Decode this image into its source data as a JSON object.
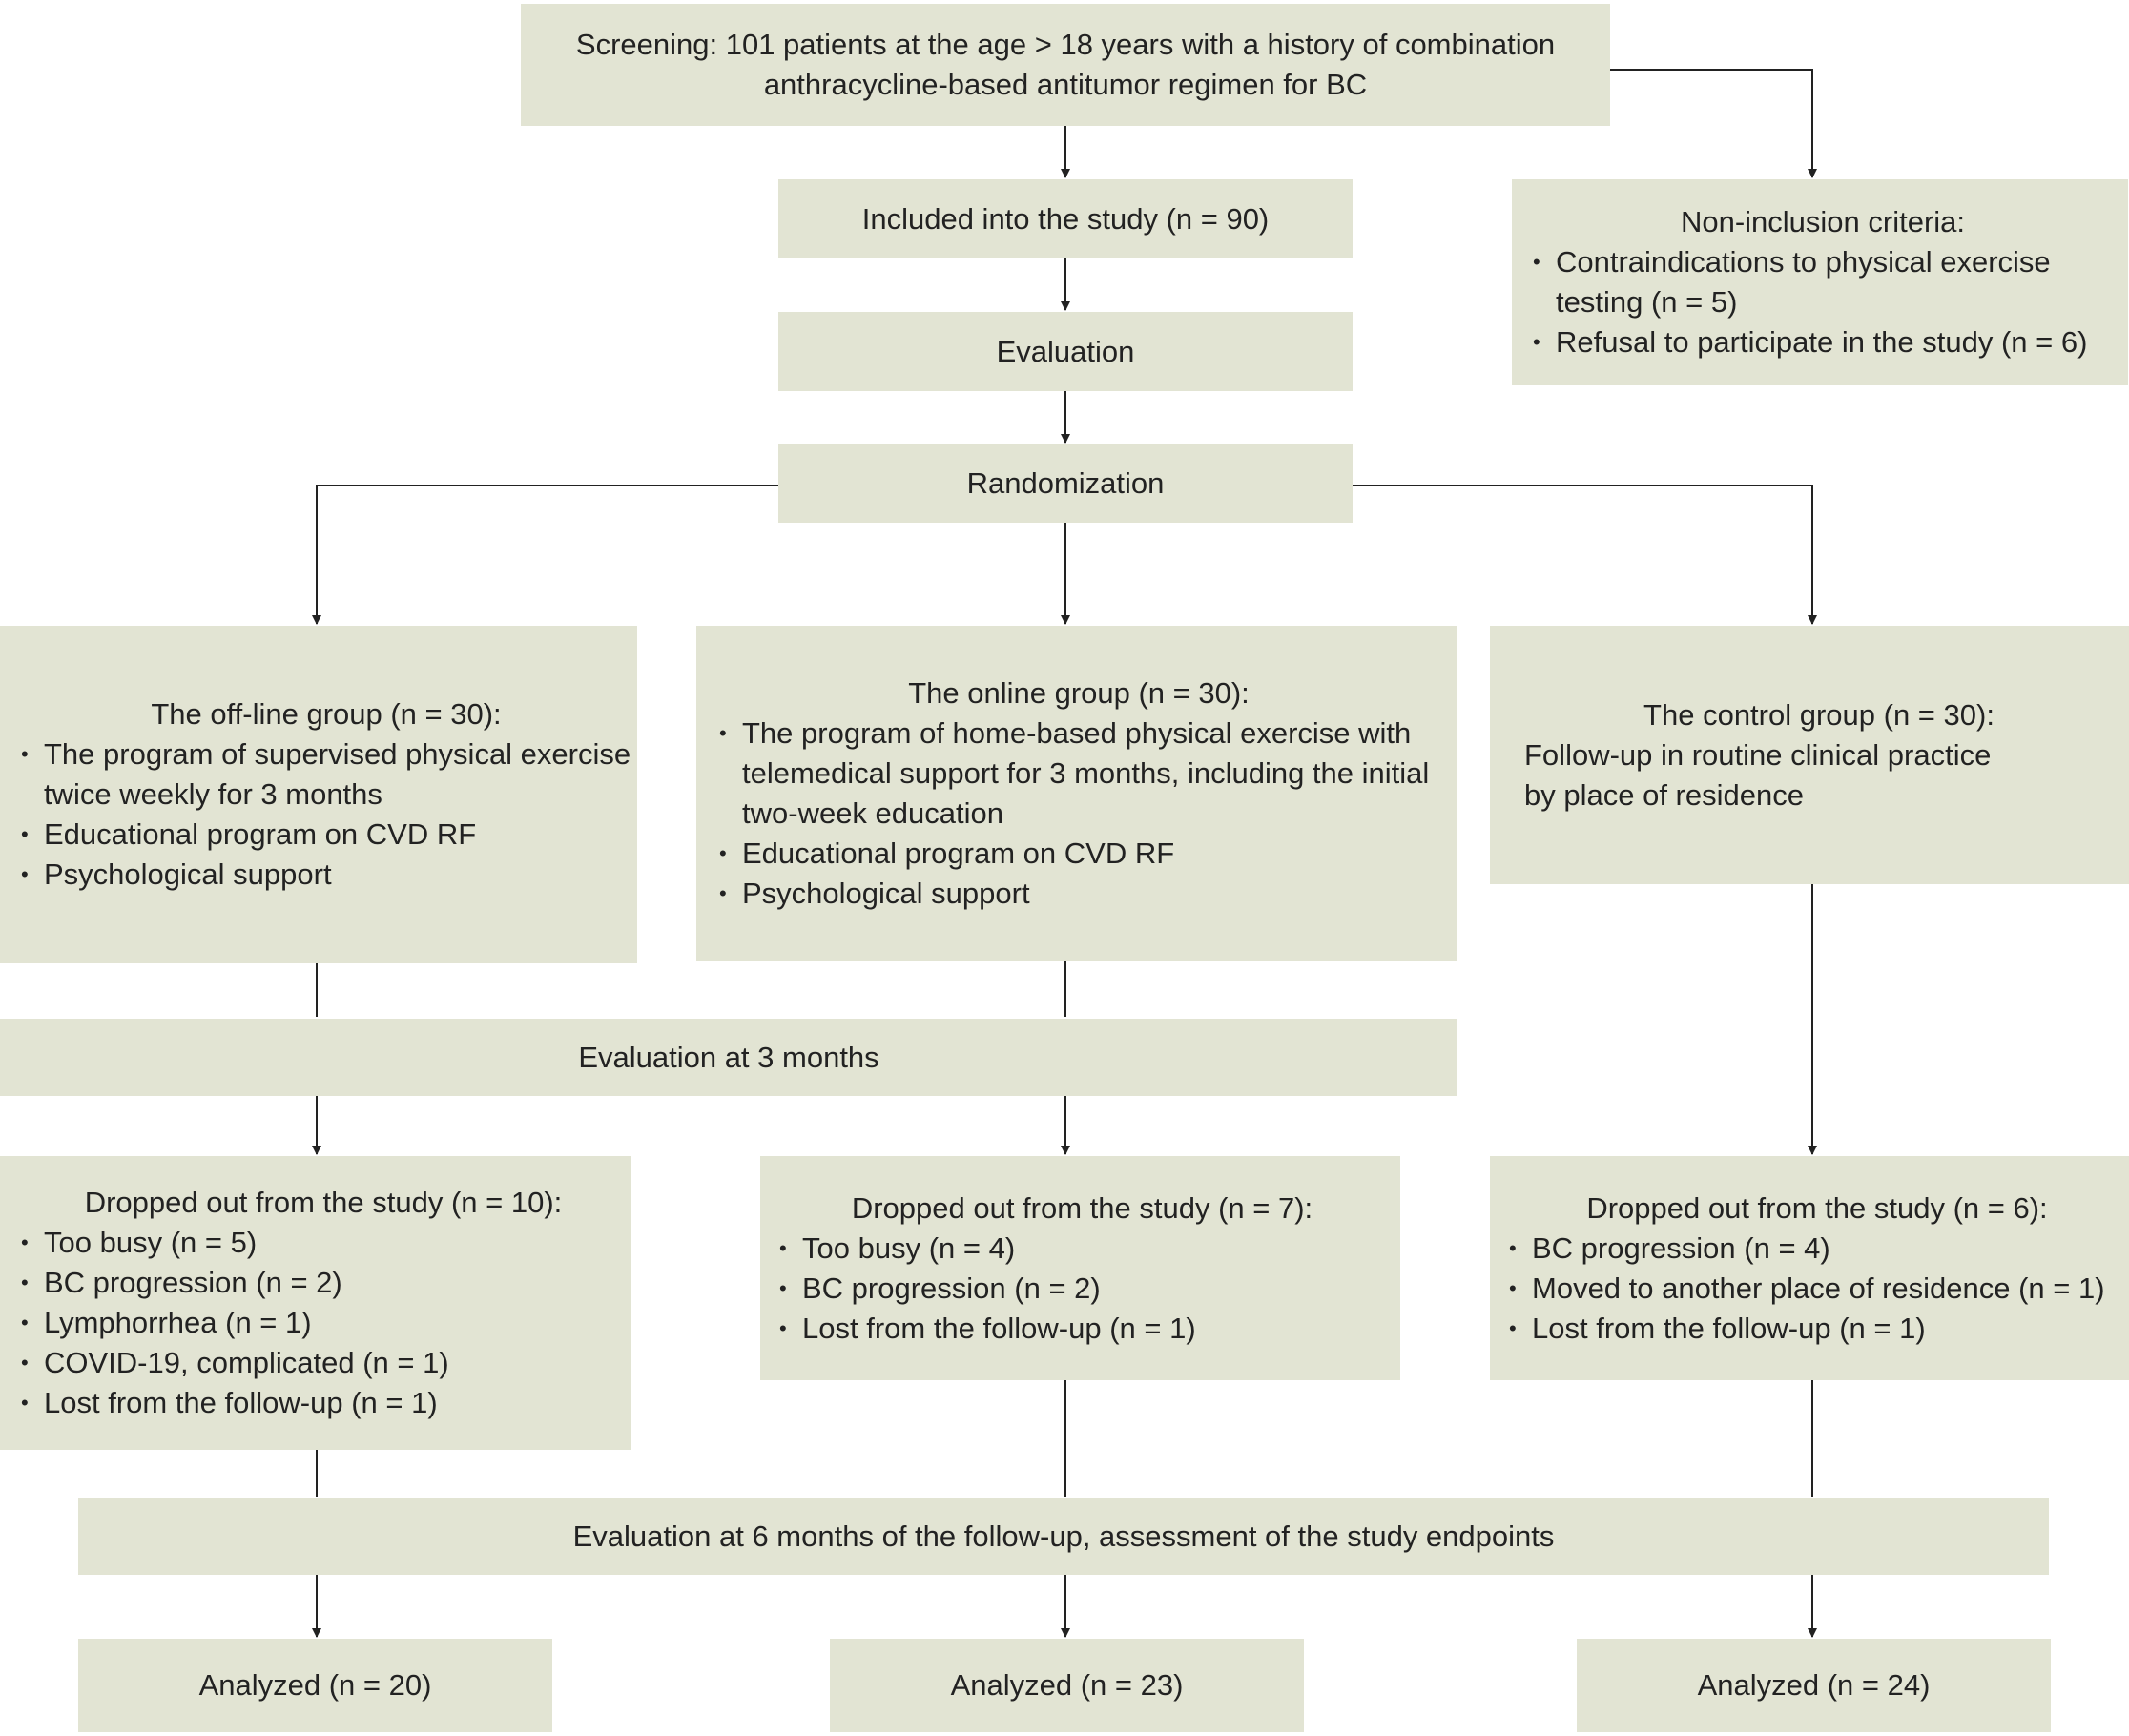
{
  "screening": {
    "line1": "Screening: 101 patients at the age > 18 years with a history of combination",
    "line2": "anthracycline-based antitumor regimen for BC"
  },
  "included": "Included into the study (n = 90)",
  "non_inclusion": {
    "title": "Non-inclusion criteria:",
    "items": [
      "Contraindications to physical exercise testing (n = 5)",
      "Refusal to participate in the study (n = 6)"
    ]
  },
  "evaluation": "Evaluation",
  "randomization": "Randomization",
  "offline_group": {
    "title": "The off-line group (n = 30):",
    "items": [
      "The program of supervised physical exercise twice weekly for 3 months",
      "Educational program on CVD RF",
      "Psychological support"
    ]
  },
  "online_group": {
    "title": "The online group (n = 30):",
    "items": [
      "The program of home-based physical exercise with telemedical support for 3 months, including the initial two-week education",
      "Educational program on CVD RF",
      "Psychological support"
    ]
  },
  "control_group": {
    "title": "The control group (n = 30):",
    "line1": "Follow-up in routine clinical practice",
    "line2": "by place of residence"
  },
  "eval_3m": "Evaluation at 3 months",
  "dropout_offline": {
    "title": "Dropped out from the study (n = 10):",
    "items": [
      "Too busy (n = 5)",
      "BC progression (n = 2)",
      "Lymphorrhea (n = 1)",
      "COVID-19, complicated (n = 1)",
      "Lost from the follow-up (n = 1)"
    ]
  },
  "dropout_online": {
    "title": "Dropped out from the study (n = 7):",
    "items": [
      "Too busy (n = 4)",
      "BC progression (n = 2)",
      "Lost from the follow-up (n = 1)"
    ]
  },
  "dropout_control": {
    "title": "Dropped out from the study (n = 6):",
    "items": [
      "BC progression (n = 4)",
      "Moved to another place of residence (n = 1)",
      "Lost from the follow-up (n = 1)"
    ]
  },
  "eval_6m": "Evaluation at 6 months of the follow-up, assessment of the study endpoints",
  "analyzed": [
    "Analyzed (n = 20)",
    "Analyzed (n = 23)",
    "Analyzed (n = 24)"
  ],
  "colors": {
    "box_fill": "#e2e4d3",
    "line": "#222222"
  }
}
